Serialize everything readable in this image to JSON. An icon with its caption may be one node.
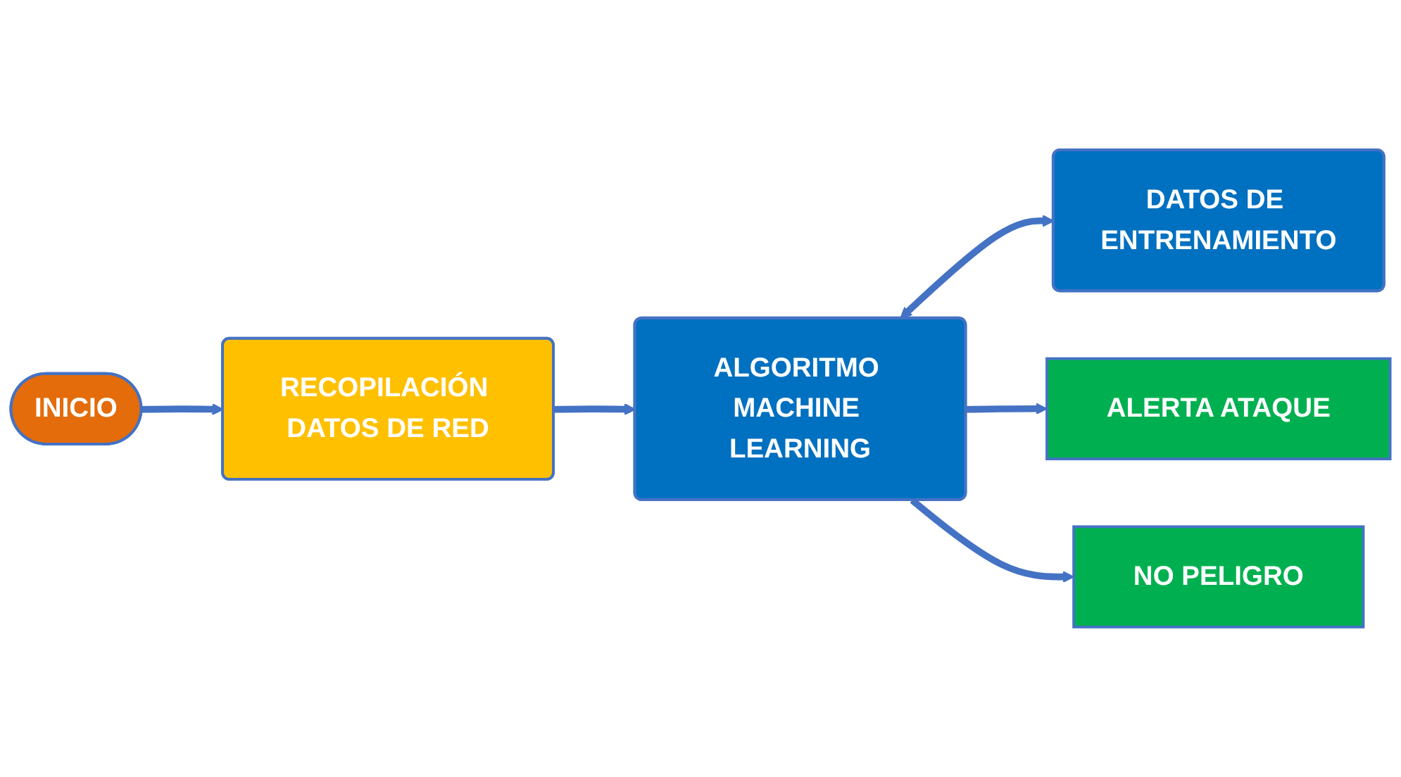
{
  "diagram": {
    "nodes": [
      {
        "text": [
          "DATOS DE ENTRENAMIENTO"
        ]
      },
      {
        "text": [
          "INICIO"
        ]
      },
      {
        "text": [
          "RECOPILACIÓN DATOS DE RED"
        ]
      },
      {
        "text": [
          "ALGORITMO MACHINE LEARNING"
        ]
      },
      {
        "text": [
          "ALERTA ATAQUE"
        ]
      },
      {
        "text": [
          "NO PELIGRO"
        ]
      }
    ],
    "edges": [
      {
        "from": 1,
        "to": 2,
        "arrow": "to"
      },
      {
        "from": 2,
        "to": 3,
        "arrow": "to"
      },
      {
        "from": 3,
        "to": 0,
        "arrow": "both"
      },
      {
        "from": 3,
        "to": 4,
        "arrow": "to"
      },
      {
        "from": 3,
        "to": 5,
        "arrow": "to"
      }
    ]
  }
}
